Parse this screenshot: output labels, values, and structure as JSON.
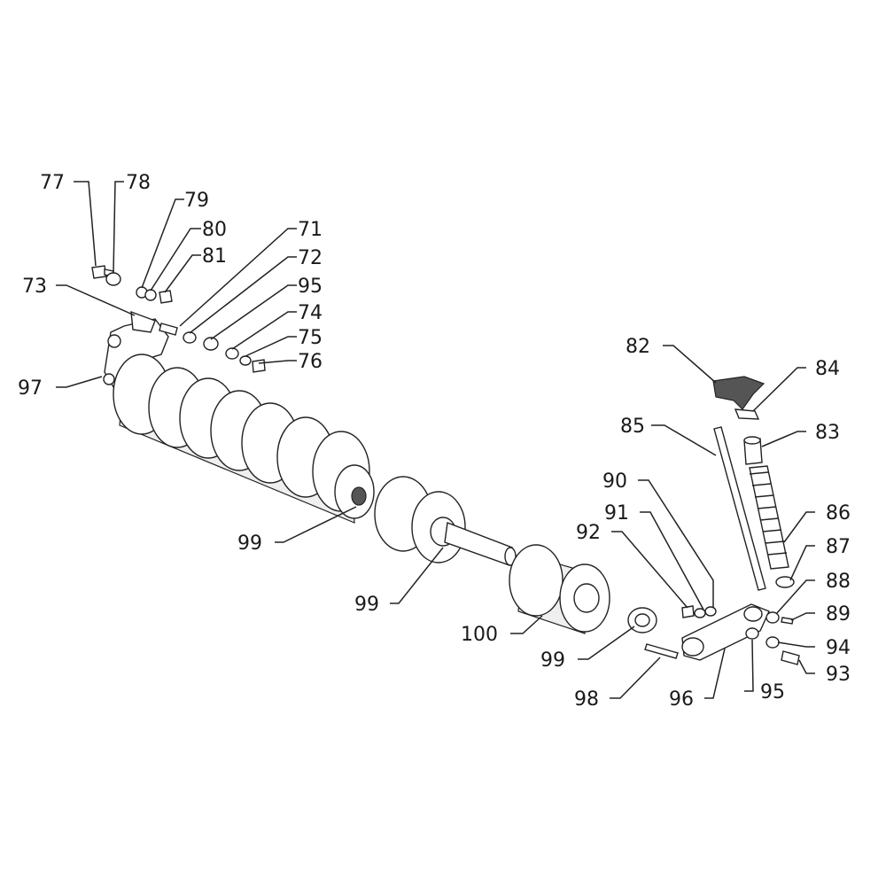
{
  "labels": {
    "l77": "77",
    "l78": "78",
    "l79": "79",
    "l80": "80",
    "l81": "81",
    "l71": "71",
    "l72": "72",
    "l95a": "95",
    "l74": "74",
    "l75": "75",
    "l76": "76",
    "l73": "73",
    "l97": "97",
    "l82": "82",
    "l84": "84",
    "l85": "85",
    "l83": "83",
    "l86": "86",
    "l87": "87",
    "l88": "88",
    "l89": "89",
    "l90": "90",
    "l91": "91",
    "l92": "92",
    "l94": "94",
    "l93": "93",
    "l95b": "95",
    "l96": "96",
    "l99a": "99",
    "l99b": "99",
    "l99c": "99",
    "l100": "100",
    "l98": "98"
  }
}
